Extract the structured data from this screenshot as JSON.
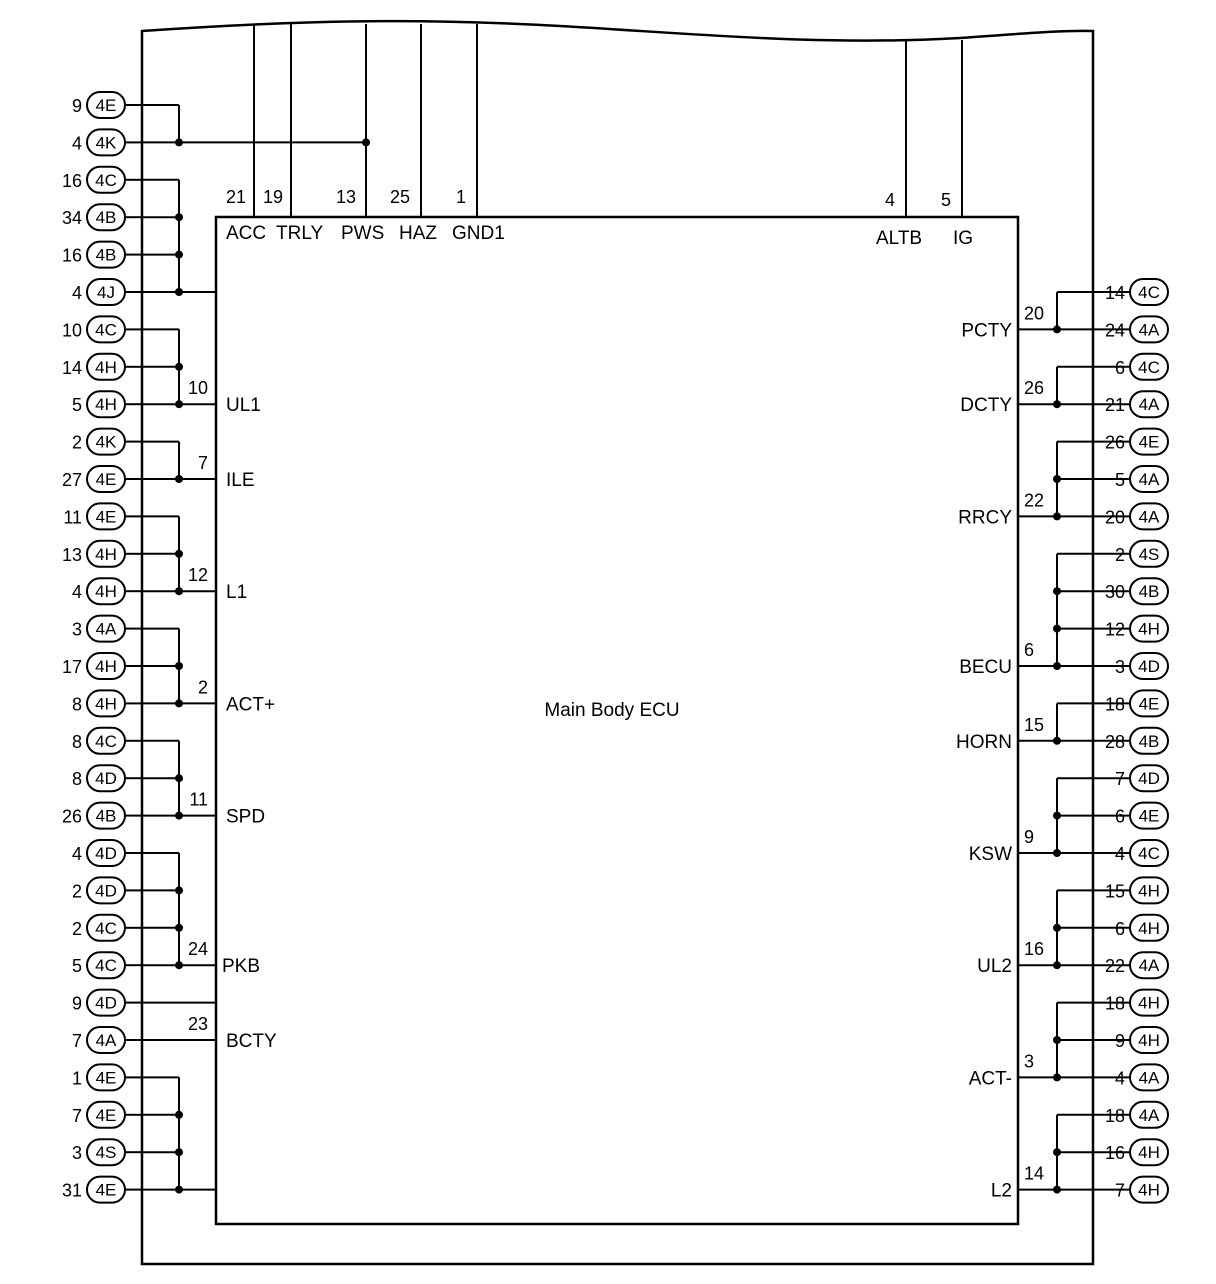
{
  "title": "Main Body ECU",
  "colors": {
    "ink": "#000000",
    "paper": "#ffffff"
  },
  "top_pins": [
    {
      "pin": "21",
      "label": "ACC"
    },
    {
      "pin": "19",
      "label": "TRLY"
    },
    {
      "pin": "13",
      "label": "PWS"
    },
    {
      "pin": "25",
      "label": "HAZ"
    },
    {
      "pin": "1",
      "label": "GND1"
    },
    {
      "pin": "4",
      "label": "ALTB"
    },
    {
      "pin": "5",
      "label": "IG"
    }
  ],
  "left_pins": [
    {
      "pin": "10",
      "label": "UL1"
    },
    {
      "pin": "7",
      "label": "ILE"
    },
    {
      "pin": "12",
      "label": "L1"
    },
    {
      "pin": "2",
      "label": "ACT+"
    },
    {
      "pin": "11",
      "label": "SPD"
    },
    {
      "pin": "24",
      "label": "PKB"
    },
    {
      "pin": "23",
      "label": "BCTY"
    }
  ],
  "right_pins": [
    {
      "pin": "20",
      "label": "PCTY"
    },
    {
      "pin": "26",
      "label": "DCTY"
    },
    {
      "pin": "22",
      "label": "RRCY"
    },
    {
      "pin": "6",
      "label": "BECU"
    },
    {
      "pin": "15",
      "label": "HORN"
    },
    {
      "pin": "9",
      "label": "KSW"
    },
    {
      "pin": "16",
      "label": "UL2"
    },
    {
      "pin": "3",
      "label": "ACT-"
    },
    {
      "pin": "14",
      "label": "L2"
    }
  ],
  "left_connectors": [
    {
      "pin": "9",
      "conn": "4E"
    },
    {
      "pin": "4",
      "conn": "4K"
    },
    {
      "pin": "16",
      "conn": "4C"
    },
    {
      "pin": "34",
      "conn": "4B"
    },
    {
      "pin": "16",
      "conn": "4B"
    },
    {
      "pin": "4",
      "conn": "4J"
    },
    {
      "pin": "10",
      "conn": "4C"
    },
    {
      "pin": "14",
      "conn": "4H"
    },
    {
      "pin": "5",
      "conn": "4H"
    },
    {
      "pin": "2",
      "conn": "4K"
    },
    {
      "pin": "27",
      "conn": "4E"
    },
    {
      "pin": "11",
      "conn": "4E"
    },
    {
      "pin": "13",
      "conn": "4H"
    },
    {
      "pin": "4",
      "conn": "4H"
    },
    {
      "pin": "3",
      "conn": "4A"
    },
    {
      "pin": "17",
      "conn": "4H"
    },
    {
      "pin": "8",
      "conn": "4H"
    },
    {
      "pin": "8",
      "conn": "4C"
    },
    {
      "pin": "8",
      "conn": "4D"
    },
    {
      "pin": "26",
      "conn": "4B"
    },
    {
      "pin": "4",
      "conn": "4D"
    },
    {
      "pin": "2",
      "conn": "4D"
    },
    {
      "pin": "2",
      "conn": "4C"
    },
    {
      "pin": "5",
      "conn": "4C"
    },
    {
      "pin": "9",
      "conn": "4D"
    },
    {
      "pin": "7",
      "conn": "4A"
    },
    {
      "pin": "1",
      "conn": "4E"
    },
    {
      "pin": "7",
      "conn": "4E"
    },
    {
      "pin": "3",
      "conn": "4S"
    },
    {
      "pin": "31",
      "conn": "4E"
    }
  ],
  "right_connectors": [
    {
      "pin": "14",
      "conn": "4C"
    },
    {
      "pin": "24",
      "conn": "4A"
    },
    {
      "pin": "6",
      "conn": "4C"
    },
    {
      "pin": "21",
      "conn": "4A"
    },
    {
      "pin": "26",
      "conn": "4E"
    },
    {
      "pin": "5",
      "conn": "4A"
    },
    {
      "pin": "20",
      "conn": "4A"
    },
    {
      "pin": "2",
      "conn": "4S"
    },
    {
      "pin": "30",
      "conn": "4B"
    },
    {
      "pin": "12",
      "conn": "4H"
    },
    {
      "pin": "3",
      "conn": "4D"
    },
    {
      "pin": "18",
      "conn": "4E"
    },
    {
      "pin": "28",
      "conn": "4B"
    },
    {
      "pin": "7",
      "conn": "4D"
    },
    {
      "pin": "6",
      "conn": "4E"
    },
    {
      "pin": "4",
      "conn": "4C"
    },
    {
      "pin": "15",
      "conn": "4H"
    },
    {
      "pin": "6",
      "conn": "4H"
    },
    {
      "pin": "22",
      "conn": "4A"
    },
    {
      "pin": "18",
      "conn": "4H"
    },
    {
      "pin": "9",
      "conn": "4H"
    },
    {
      "pin": "4",
      "conn": "4A"
    },
    {
      "pin": "18",
      "conn": "4A"
    },
    {
      "pin": "16",
      "conn": "4H"
    },
    {
      "pin": "7",
      "conn": "4H"
    }
  ]
}
